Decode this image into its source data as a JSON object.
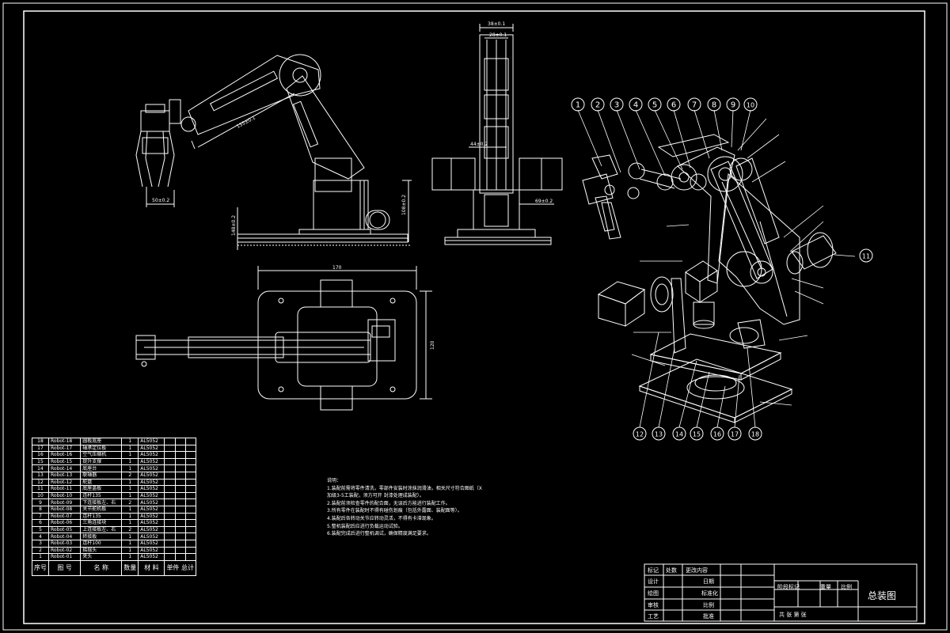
{
  "drawing": {
    "title": "总装图",
    "colors": {
      "background": "#000000",
      "lines": "#ffffff",
      "hatch": "#cfcfcf"
    }
  },
  "dimensions": {
    "side_length": "135±0.1",
    "side_gripper": "50±0.2",
    "side_height_right": "108±0.2",
    "side_height_left": "148±0.2",
    "front_top": "38±0.1",
    "front_top2": "28±0.1",
    "front_mid": "44±0.2",
    "front_bottom": "69±0.2",
    "plan_width": "170",
    "plan_height": "120"
  },
  "balloons": [
    "1",
    "2",
    "3",
    "4",
    "5",
    "6",
    "7",
    "8",
    "9",
    "10",
    "11",
    "12",
    "13",
    "14",
    "15",
    "16",
    "17",
    "18"
  ],
  "bom": {
    "rows": [
      {
        "no": "18",
        "code": "Robot-18",
        "name": "圆板底座",
        "qty": "1",
        "mat": "AL5052"
      },
      {
        "no": "17",
        "code": "Robot-17",
        "name": "轴承定位板",
        "qty": "1",
        "mat": "AL5052"
      },
      {
        "no": "16",
        "code": "Robot-16",
        "name": "空气压缩机",
        "qty": "1",
        "mat": "AL5052"
      },
      {
        "no": "15",
        "code": "Robot-15",
        "name": "提升支撑",
        "qty": "1",
        "mat": "AL5052"
      },
      {
        "no": "14",
        "code": "Robot-14",
        "name": "底座台",
        "qty": "1",
        "mat": "AL5052"
      },
      {
        "no": "13",
        "code": "Robot-13",
        "name": "联轴器",
        "qty": "2",
        "mat": "AL5052"
      },
      {
        "no": "12",
        "code": "Robot-12",
        "name": "舵盘",
        "qty": "1",
        "mat": "AL5052"
      },
      {
        "no": "11",
        "code": "Robot-11",
        "name": "底座盖板",
        "qty": "1",
        "mat": "AL5052"
      },
      {
        "no": "10",
        "code": "Robot-10",
        "name": "连杆135",
        "qty": "1",
        "mat": "AL5052"
      },
      {
        "no": "9",
        "code": "Robot-09",
        "name": "下连接板左、右",
        "qty": "2",
        "mat": "AL5052"
      },
      {
        "no": "8",
        "code": "Robot-08",
        "name": "关节舵机板",
        "qty": "1",
        "mat": "AL5052"
      },
      {
        "no": "7",
        "code": "Robot-07",
        "name": "连杆135",
        "qty": "1",
        "mat": "AL5052"
      },
      {
        "no": "6",
        "code": "Robot-06",
        "name": "三角连接块",
        "qty": "1",
        "mat": "AL5052"
      },
      {
        "no": "5",
        "code": "Robot-05",
        "name": "上连接板左、右",
        "qty": "2",
        "mat": "AL5052"
      },
      {
        "no": "4",
        "code": "Robot-04",
        "name": "转接板",
        "qty": "1",
        "mat": "AL5052"
      },
      {
        "no": "3",
        "code": "Robot-03",
        "name": "连杆100",
        "qty": "1",
        "mat": "AL5052"
      },
      {
        "no": "2",
        "code": "Robot-02",
        "name": "摇摆头",
        "qty": "1",
        "mat": "AL5052"
      },
      {
        "no": "1",
        "code": "Robot-01",
        "name": "夹头",
        "qty": "1",
        "mat": "AL5052"
      }
    ],
    "header": {
      "no": "序号",
      "code": "图  号",
      "name": "名    称",
      "qty": "数量",
      "mat": "材    料",
      "note": "单件 总计"
    }
  },
  "notes": {
    "title": "说明：",
    "lines": [
      "1.装配前需将零件清洗，零部件安装时涂抹润滑油，相关尺寸符合图纸（X",
      "加级3-5工装配，须方可开  封漆处理成装配）。",
      "2.装配前须检查零件的配合面，无误后方能进行装配工作。",
      "3.所有零件在装配时不得有碰伤划痕（包括外露面、装配面等）。",
      "4.装配后各转动关节应转动灵活，不得有卡滞现象。",
      "5.整机装配后应进行负载运动试验。",
      "6.装配完成后进行整机调试，确保精度满足要求。"
    ]
  },
  "titleblock": {
    "rows": [
      {
        "a": "标记",
        "b": "处数",
        "c": "更改内容",
        "d": ""
      },
      {
        "a": "设计",
        "b": "",
        "c": "日期",
        "d": ""
      },
      {
        "a": "绘图",
        "b": "",
        "c": "标准化",
        "d": ""
      },
      {
        "a": "审核",
        "b": "",
        "c": "比例",
        "d": ""
      },
      {
        "a": "工艺",
        "b": "",
        "c": "批准",
        "d": ""
      }
    ],
    "stage": "阶段标记",
    "weight": "重量",
    "scale": "比例",
    "sheet": "共  张  第  张"
  }
}
